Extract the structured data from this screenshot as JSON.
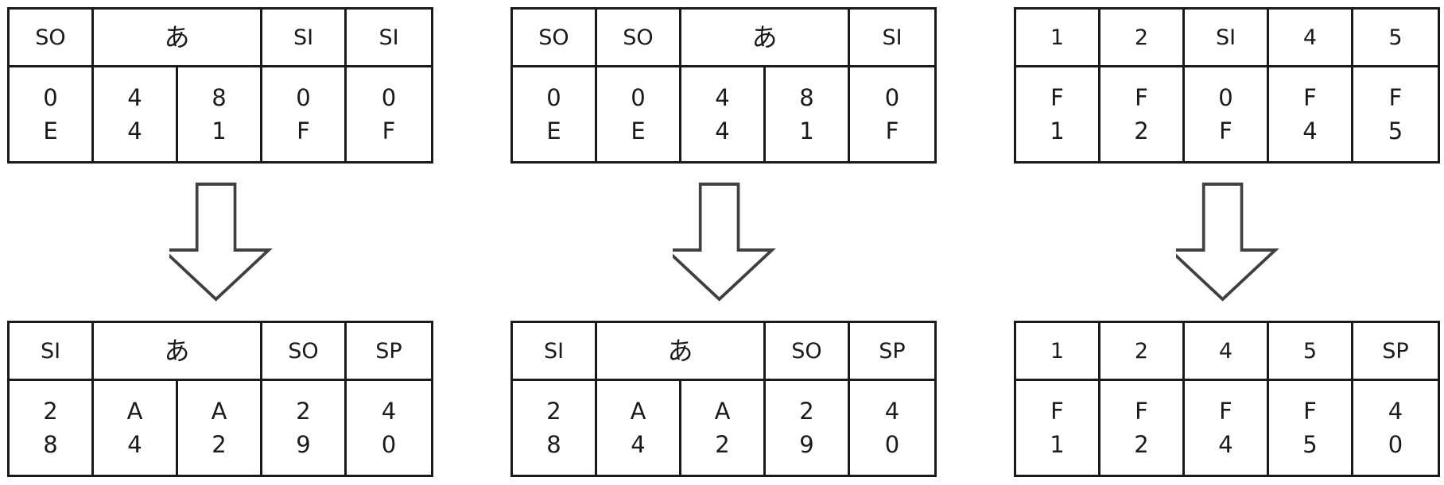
{
  "tables": {
    "top_left": {
      "headers": [
        "SO",
        "あ",
        "SI",
        "SI"
      ],
      "bytes": [
        [
          "0",
          "E"
        ],
        [
          "4",
          "4"
        ],
        [
          "8",
          "1"
        ],
        [
          "0",
          "F"
        ],
        [
          "0",
          "F"
        ]
      ]
    },
    "top_mid": {
      "headers": [
        "SO",
        "SO",
        "あ",
        "SI"
      ],
      "bytes": [
        [
          "0",
          "E"
        ],
        [
          "0",
          "E"
        ],
        [
          "4",
          "4"
        ],
        [
          "8",
          "1"
        ],
        [
          "0",
          "F"
        ]
      ]
    },
    "top_right": {
      "headers": [
        "1",
        "2",
        "SI",
        "4",
        "5"
      ],
      "bytes": [
        [
          "F",
          "1"
        ],
        [
          "F",
          "2"
        ],
        [
          "0",
          "F"
        ],
        [
          "F",
          "4"
        ],
        [
          "F",
          "5"
        ]
      ]
    },
    "bot_left": {
      "headers": [
        "SI",
        "あ",
        "SO",
        "SP"
      ],
      "bytes": [
        [
          "2",
          "8"
        ],
        [
          "A",
          "4"
        ],
        [
          "A",
          "2"
        ],
        [
          "2",
          "9"
        ],
        [
          "4",
          "0"
        ]
      ]
    },
    "bot_mid": {
      "headers": [
        "SI",
        "あ",
        "SO",
        "SP"
      ],
      "bytes": [
        [
          "2",
          "8"
        ],
        [
          "A",
          "4"
        ],
        [
          "A",
          "2"
        ],
        [
          "2",
          "9"
        ],
        [
          "4",
          "0"
        ]
      ]
    },
    "bot_right": {
      "headers": [
        "1",
        "2",
        "4",
        "5",
        "SP"
      ],
      "bytes": [
        [
          "F",
          "1"
        ],
        [
          "F",
          "2"
        ],
        [
          "F",
          "4"
        ],
        [
          "F",
          "5"
        ],
        [
          "4",
          "0"
        ]
      ]
    }
  },
  "colors": {
    "line": "#1a1a1a",
    "arrow_stroke": "#404040",
    "background": "#ffffff"
  },
  "icons": {
    "arrow": "down-arrow-icon"
  }
}
